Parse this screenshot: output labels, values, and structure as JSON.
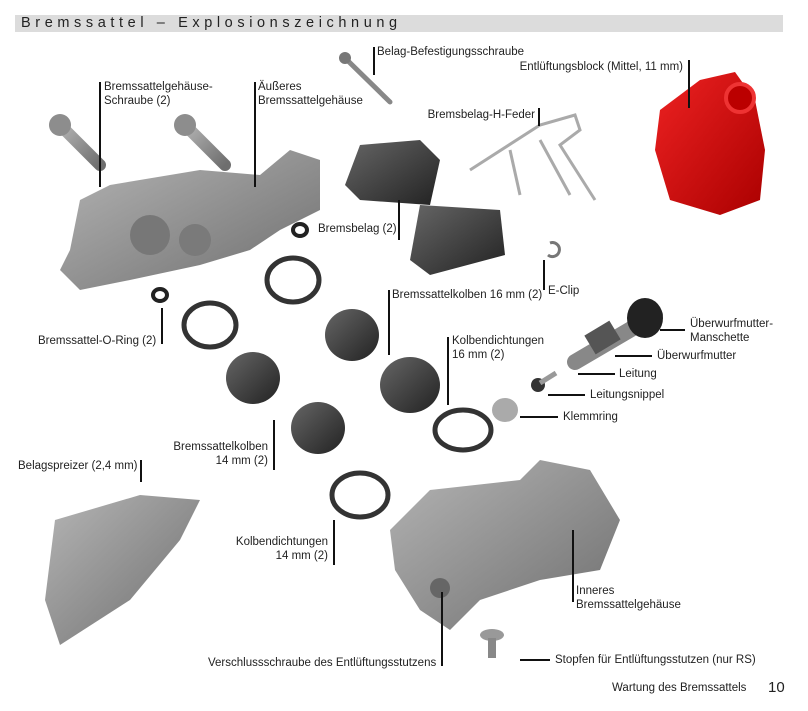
{
  "header": {
    "title": "Bremssattel – Explosionszeichnung"
  },
  "labels": {
    "belag_schraube": "Belag-Befestigungsschraube",
    "entlueftungsblock": "Entlüftungsblock (Mittel, 11 mm)",
    "gehaeuse_schraube_1": "Bremssattelgehäuse-",
    "gehaeuse_schraube_2": "Schraube (2)",
    "aeusseres_1": "Äußeres",
    "aeusseres_2": "Bremssattelgehäuse",
    "h_feder": "Bremsbelag-H-Feder",
    "bremsbelag": "Bremsbelag (2)",
    "e_clip": "E-Clip",
    "kolben16": "Bremssattelkolben 16 mm (2)",
    "manschette_1": "Überwurfmutter-",
    "manschette_2": "Manschette",
    "o_ring": "Bremssattel-O-Ring (2)",
    "dichtungen16_1": "Kolbendichtungen",
    "dichtungen16_2": "16 mm (2)",
    "ueberwurfmutter": "Überwurfmutter",
    "leitung": "Leitung",
    "leitungsnippel": "Leitungsnippel",
    "klemmring": "Klemmring",
    "kolben14_1": "Bremssattelkolben",
    "kolben14_2": "14 mm (2)",
    "belagspreizer": "Belagspreizer (2,4 mm)",
    "dichtungen14_1": "Kolbendichtungen",
    "dichtungen14_2": "14 mm (2)",
    "inneres_1": "Inneres",
    "inneres_2": "Bremssattelgehäuse",
    "verschlussschraube": "Verschlussschraube des Entlüftungsstutzens",
    "stopfen": "Stopfen für Entlüftungsstutzen (nur RS)"
  },
  "footer": {
    "section": "Wartung des Bremssattels",
    "page": "10"
  },
  "colors": {
    "header_bg": "#dcdcdc",
    "bleed_block": "#c8141a",
    "metal": "#8a8a8a",
    "rubber": "#2a2a2a"
  }
}
